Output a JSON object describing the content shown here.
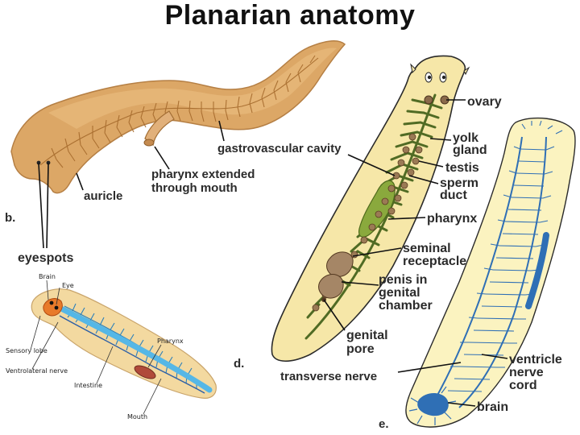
{
  "title": "Planarian anatomy",
  "panel_b": {
    "letter": "b.",
    "labels": {
      "gastrovascular_cavity": "gastrovascular cavity",
      "pharynx_line1": "pharynx extended",
      "pharynx_line2": "through mouth",
      "auricle": "auricle",
      "eyespots": "eyespots"
    }
  },
  "panel_c": {
    "labels": {
      "brain": "Brain",
      "eye": "Eye",
      "sensory_lobe": "Sensory lobe",
      "pharynx": "Pharynx",
      "ventrolateral_nerve": "Ventrolateral nerve",
      "intestine": "Intestine",
      "mouth": "Mouth"
    }
  },
  "panel_d": {
    "letter": "d.",
    "labels": {
      "ovary": "ovary",
      "yolk_line1": "yolk",
      "yolk_line2": "gland",
      "testis": "testis",
      "sperm_line1": "sperm",
      "sperm_line2": "duct",
      "pharynx": "pharynx",
      "seminal_line1": "seminal",
      "seminal_line2": "receptacle",
      "penis_line1": "penis in",
      "penis_line2": "genital",
      "penis_line3": "chamber",
      "genital_line1": "genital",
      "genital_line2": "pore"
    }
  },
  "panel_e": {
    "letter": "e.",
    "labels": {
      "transverse_nerve": "transverse nerve",
      "ventricle_line1": "ventricle",
      "ventricle_line2": "nerve",
      "ventricle_line3": "cord",
      "brain": "brain"
    }
  },
  "colors": {
    "body_tan": "#d9a468",
    "body_cream": "#f6e6a6",
    "gut_green": "#6b8a2e",
    "organ_brown": "#8a6a4a",
    "nerve_blue": "#2f6fb5",
    "intestine_blue": "#4aa3d6"
  }
}
